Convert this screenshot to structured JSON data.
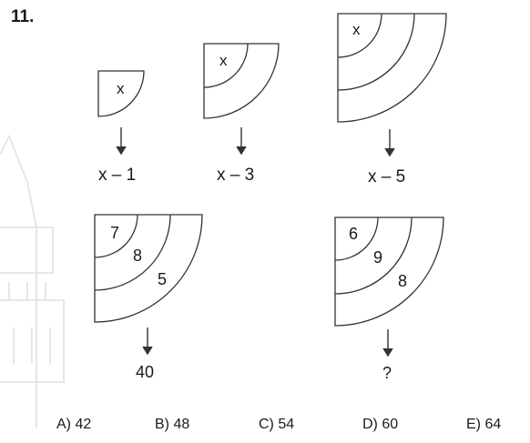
{
  "question": {
    "number": "11."
  },
  "examples": [
    {
      "inner_label": "x",
      "result": "x – 1"
    },
    {
      "inner_label": "x",
      "result": "x – 3"
    },
    {
      "inner_label": "x",
      "result": "x – 5"
    }
  ],
  "puzzles": [
    {
      "ring_labels": [
        "7",
        "8",
        "5"
      ],
      "result": "40"
    },
    {
      "ring_labels": [
        "6",
        "9",
        "8"
      ],
      "result": "?"
    }
  ],
  "options": [
    {
      "letter": "A)",
      "value": "42"
    },
    {
      "letter": "B)",
      "value": "48"
    },
    {
      "letter": "C)",
      "value": "54"
    },
    {
      "letter": "D)",
      "value": "60"
    },
    {
      "letter": "E)",
      "value": "64"
    }
  ],
  "colors": {
    "stroke": "#333333",
    "text": "#1a1a1a",
    "background_building": "#e8e8e8"
  }
}
